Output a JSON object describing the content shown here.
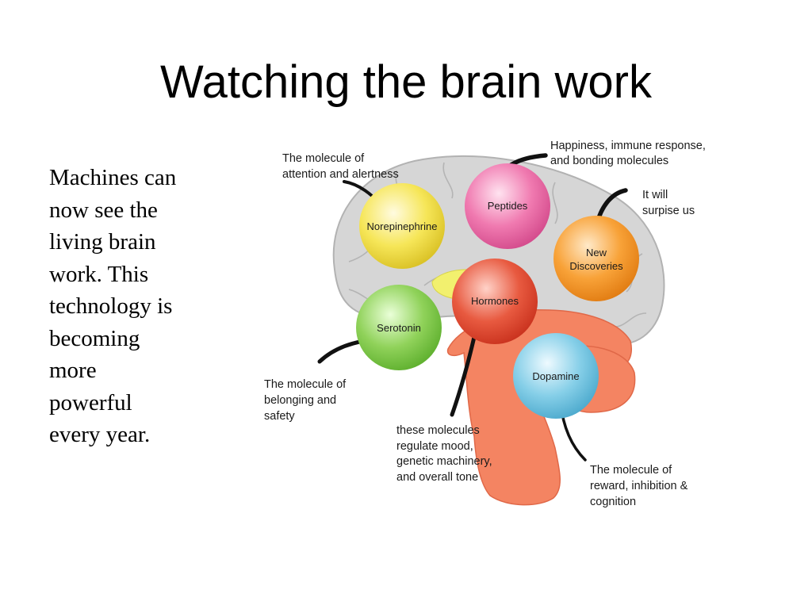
{
  "slide": {
    "title": "Watching the brain work",
    "body_lines": [
      "Machines can",
      "now see the",
      "living brain",
      "work.  This",
      "technology is",
      "becoming",
      "more",
      "powerful",
      "every year."
    ]
  },
  "diagram": {
    "molecules": {
      "norepinephrine": {
        "name": "Norepinephrine",
        "color": "#f0de3c"
      },
      "peptides": {
        "name": "Peptides",
        "color": "#e8609e"
      },
      "new_discoveries": {
        "name_line1": "New",
        "name_line2": "Discoveries",
        "color": "#f5901e"
      },
      "hormones": {
        "name": "Hormones",
        "color": "#e0402a"
      },
      "serotonin": {
        "name": "Serotonin",
        "color": "#7cc642"
      },
      "dopamine": {
        "name": "Dopamine",
        "color": "#6cc0e0"
      }
    },
    "captions": {
      "norepinephrine": [
        "The molecule of",
        "attention and alertness"
      ],
      "peptides": [
        "Happiness, immune response,",
        "and bonding molecules"
      ],
      "new_discoveries": [
        "It will",
        "surpise us"
      ],
      "serotonin": [
        "The molecule of",
        "belonging and",
        "safety"
      ],
      "hormones": [
        "these molecules",
        "regulate mood,",
        "genetic machinery,",
        "and overall tone"
      ],
      "dopamine": [
        "The molecule of",
        "reward, inhibition &",
        "cognition"
      ]
    }
  }
}
